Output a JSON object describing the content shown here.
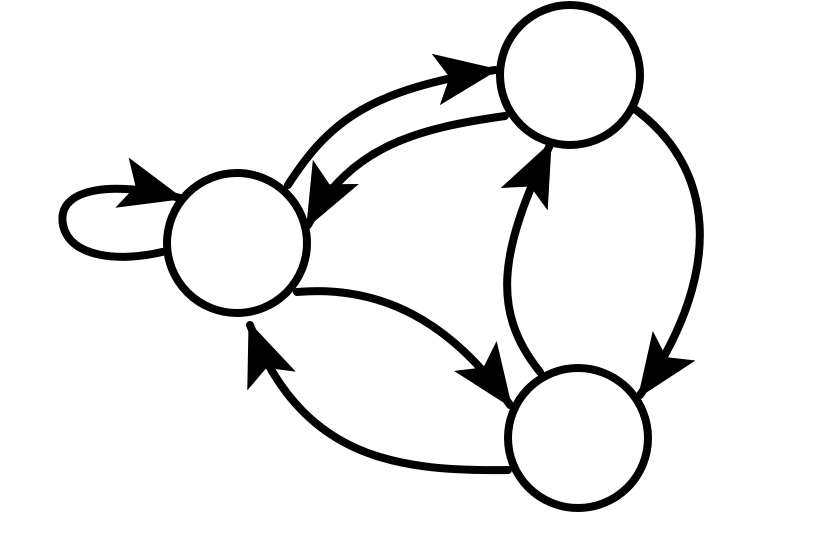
{
  "graph": {
    "nodes": [
      {
        "id": "n1",
        "label": ""
      },
      {
        "id": "n2",
        "label": ""
      },
      {
        "id": "n3",
        "label": ""
      }
    ],
    "edges": [
      {
        "from": "n1",
        "to": "n1"
      },
      {
        "from": "n1",
        "to": "n2"
      },
      {
        "from": "n2",
        "to": "n1"
      },
      {
        "from": "n1",
        "to": "n3"
      },
      {
        "from": "n3",
        "to": "n1"
      },
      {
        "from": "n3",
        "to": "n2"
      },
      {
        "from": "n2",
        "to": "n3"
      }
    ],
    "stroke_color": "#000000",
    "fill_color": "#ffffff"
  }
}
